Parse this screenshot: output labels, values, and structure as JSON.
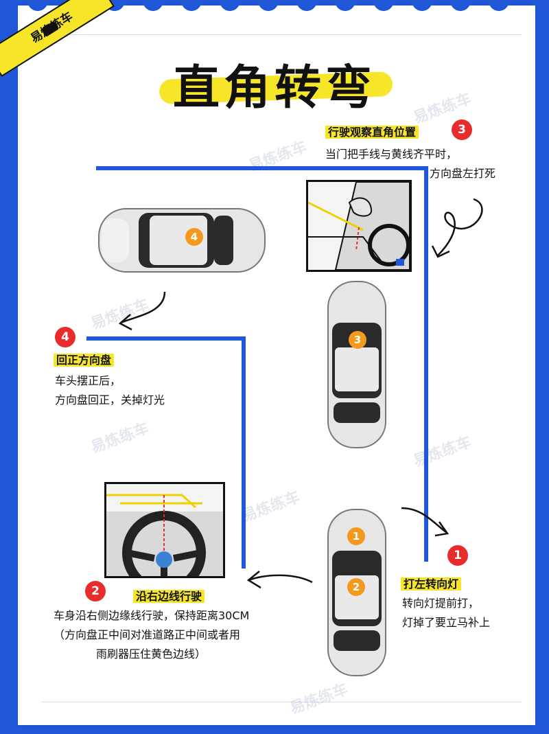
{
  "brand": {
    "name": "易炼练车"
  },
  "title": "直角转弯",
  "steps": [
    {
      "number": "1",
      "heading": "打左转向灯",
      "lines": [
        "转向灯提前打，",
        "灯掉了要立马补上"
      ]
    },
    {
      "number": "2",
      "heading": "沿右边线行驶",
      "lines": [
        "车身沿右侧边缘线行驶，保持距离30CM",
        "（方向盘正中间对准道路正中间或者用",
        "雨刷器压住黄色边线）"
      ]
    },
    {
      "number": "3",
      "heading": "行驶观察直角位置",
      "lines": [
        "当门把手线与黄线齐平时，",
        "方向盘左打死"
      ]
    },
    {
      "number": "4",
      "heading": "回正方向盘",
      "lines": [
        "车头摆正后，",
        "方向盘回正，关掉灯光"
      ]
    }
  ],
  "car_badges": {
    "car_top": "4",
    "car_mid": "3",
    "car_bottom_a": "1",
    "car_bottom_b": "2"
  },
  "watermark": "易炼练车",
  "colors": {
    "background": "#1f57d8",
    "highlight": "#f6e529",
    "step_number": "#e82b2b",
    "badge": "#f39a1e",
    "path": "#1f57d8"
  }
}
